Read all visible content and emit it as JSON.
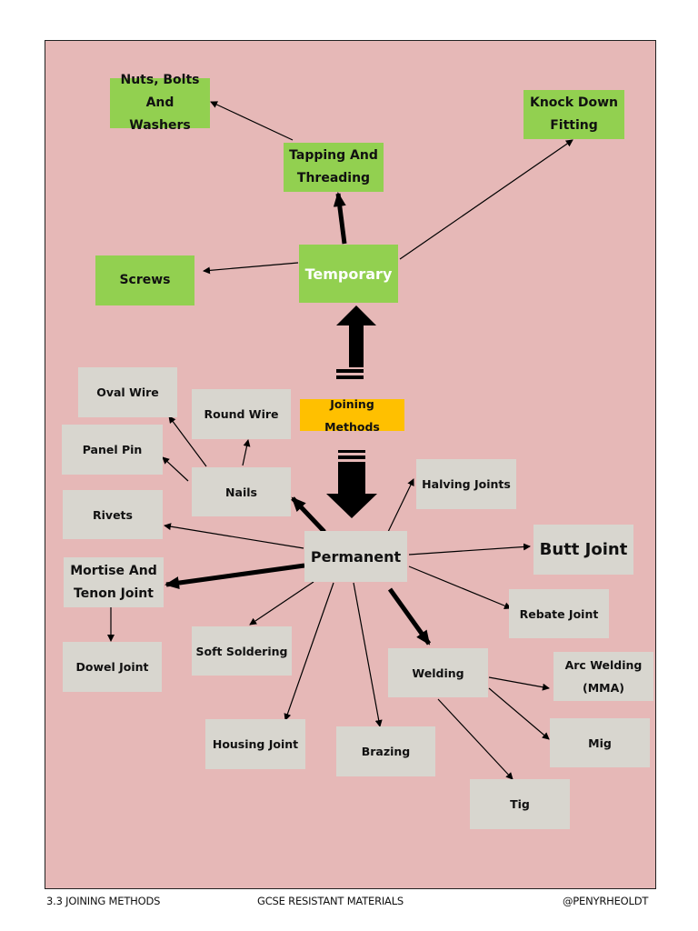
{
  "title": "Joining Methods",
  "colors": {
    "background": "#e6b8b7",
    "temporary_group": "#92d050",
    "permanent_group": "#d8d6cf",
    "root": "#ffc000"
  },
  "nodes": {
    "root": "Joining Methods",
    "temporary": "Temporary",
    "permanent": "Permanent",
    "nuts_bolts": "Nuts, Bolts And Washers",
    "knock_down": "Knock Down Fitting",
    "tapping": "Tapping And Threading",
    "screws": "Screws",
    "oval_wire": "Oval Wire",
    "round_wire": "Round Wire",
    "panel_pin": "Panel Pin",
    "nails": "Nails",
    "rivets": "Rivets",
    "halving": "Halving Joints",
    "butt": "Butt Joint",
    "mortise": "Mortise And Tenon Joint",
    "rebate": "Rebate Joint",
    "dowel": "Dowel Joint",
    "soft_soldering": "Soft Soldering",
    "welding": "Welding",
    "arc_welding": "Arc Welding (MMA)",
    "housing": "Housing Joint",
    "brazing": "Brazing",
    "mig": "Mig",
    "tig": "Tig"
  },
  "edges": [
    {
      "from": "root",
      "to": "temporary",
      "style": "block"
    },
    {
      "from": "root",
      "to": "permanent",
      "style": "block"
    },
    {
      "from": "temporary",
      "to": "tapping",
      "style": "thick"
    },
    {
      "from": "temporary",
      "to": "screws",
      "style": "thin"
    },
    {
      "from": "temporary",
      "to": "knock_down",
      "style": "thin"
    },
    {
      "from": "tapping",
      "to": "nuts_bolts",
      "style": "thin"
    },
    {
      "from": "permanent",
      "to": "nails",
      "style": "thick"
    },
    {
      "from": "permanent",
      "to": "rivets",
      "style": "thin"
    },
    {
      "from": "permanent",
      "to": "mortise",
      "style": "thick"
    },
    {
      "from": "permanent",
      "to": "halving",
      "style": "thin"
    },
    {
      "from": "permanent",
      "to": "butt",
      "style": "thin"
    },
    {
      "from": "permanent",
      "to": "rebate",
      "style": "thin"
    },
    {
      "from": "permanent",
      "to": "welding",
      "style": "thick"
    },
    {
      "from": "permanent",
      "to": "soft_soldering",
      "style": "thin"
    },
    {
      "from": "permanent",
      "to": "housing",
      "style": "thin"
    },
    {
      "from": "permanent",
      "to": "brazing",
      "style": "thin"
    },
    {
      "from": "nails",
      "to": "oval_wire",
      "style": "thin"
    },
    {
      "from": "nails",
      "to": "round_wire",
      "style": "thin"
    },
    {
      "from": "nails",
      "to": "panel_pin",
      "style": "thin"
    },
    {
      "from": "mortise",
      "to": "dowel",
      "style": "thin"
    },
    {
      "from": "welding",
      "to": "arc_welding",
      "style": "thin"
    },
    {
      "from": "welding",
      "to": "mig",
      "style": "thin"
    },
    {
      "from": "welding",
      "to": "tig",
      "style": "thin"
    }
  ],
  "footer": {
    "left": "3.3 JOINING METHODS",
    "center": "GCSE RESISTANT MATERIALS",
    "right": "@PENYRHEOLDT"
  }
}
